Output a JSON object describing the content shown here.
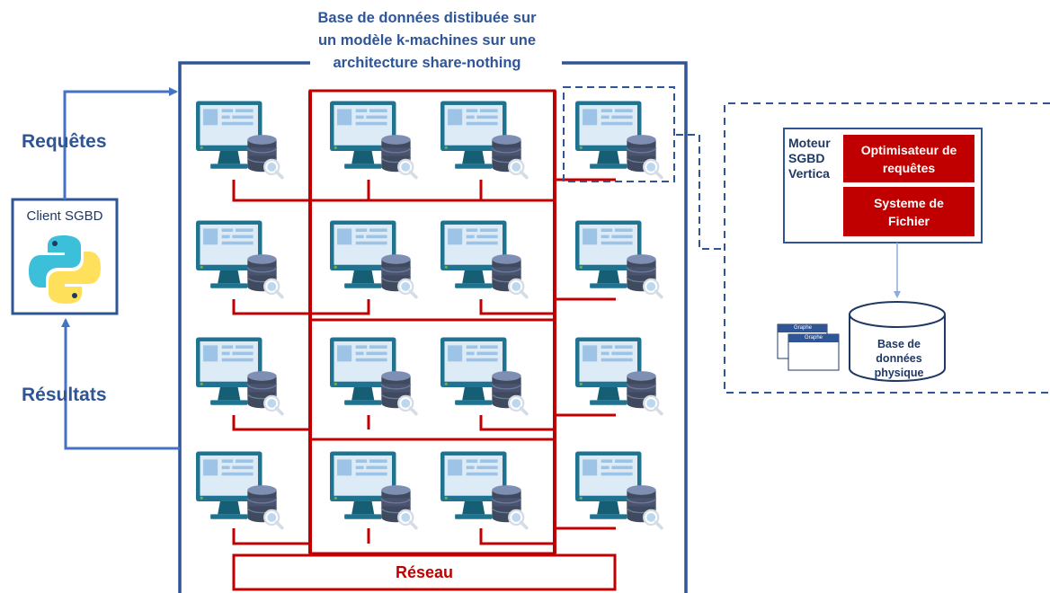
{
  "title_lines": [
    "Base de données distibuée sur",
    "un modèle k-machines sur une",
    "architecture share-nothing"
  ],
  "requests_label": "Requêtes",
  "results_label": "Résultats",
  "client": {
    "label": "Client SGBD",
    "icon": "python-logo-icon"
  },
  "network_label": "Réseau",
  "engine": {
    "title_lines": [
      "Moteur",
      "SGBD",
      "Vertica"
    ],
    "optimizer_lines": [
      "Optimisateur de",
      "requêtes"
    ],
    "filesystem_lines": [
      "Systeme de",
      "Fichier"
    ]
  },
  "database": {
    "lines": [
      "Base de",
      "données",
      "physique"
    ]
  },
  "graph_docs": [
    "Graphe",
    "Graphe"
  ],
  "machines": {
    "rows": 4,
    "cols": 4,
    "icon": "database-server-icon"
  },
  "colors": {
    "blue": "#2F5597",
    "light_blue": "#4472C4",
    "red": "#C00000",
    "monitor": "#1F7390",
    "screen": "#DDEBF7",
    "db": "#4A5470"
  }
}
